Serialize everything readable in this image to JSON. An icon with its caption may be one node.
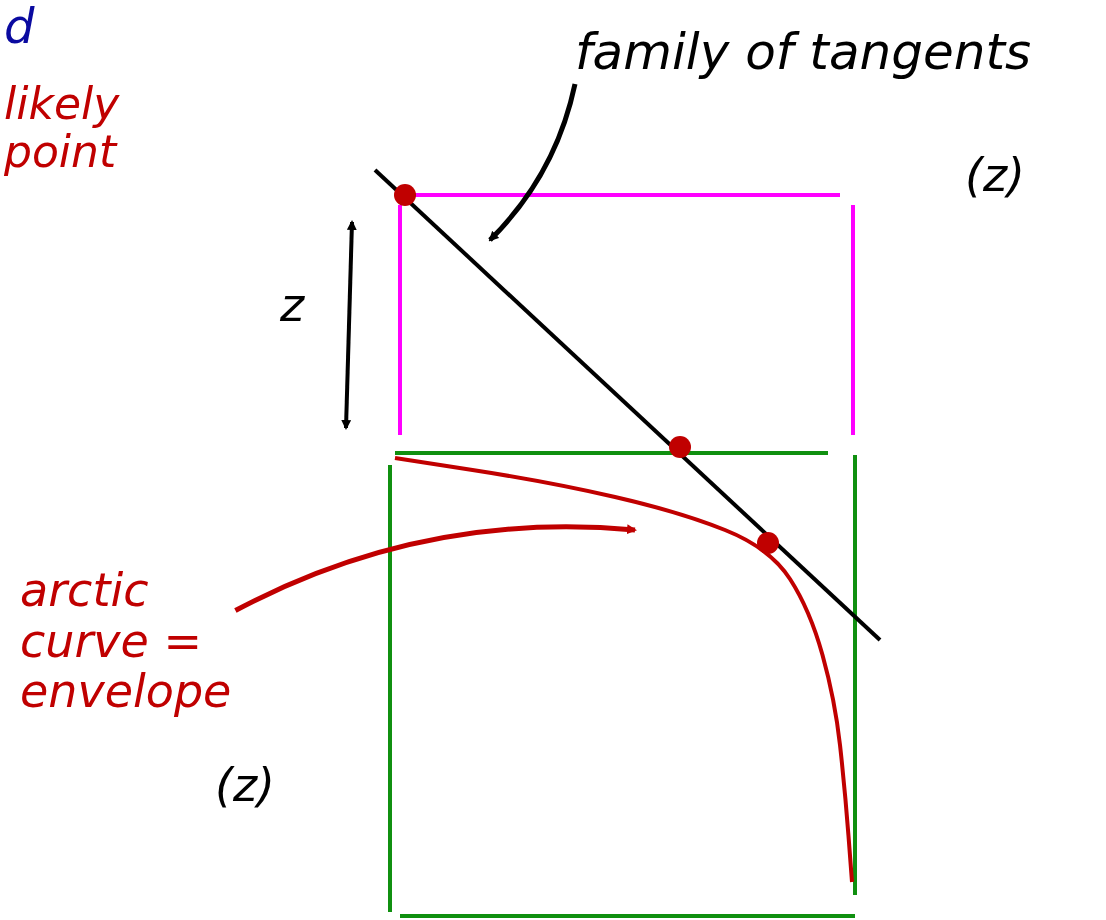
{
  "diagram": {
    "nodes": [
      {
        "text": [
          "family of tangents",
          "(z)"
        ]
      },
      {
        "text": [],
        "shape": "line"
      },
      {
        "text": [
          "arctic curve = envelope",
          "(z)"
        ]
      },
      {
        "text": [],
        "shape": "curve"
      }
    ],
    "edges": [
      {
        "from": 0,
        "to": 1,
        "arrow": "to"
      },
      {
        "from": 2,
        "to": 3,
        "arrow": "to",
        "color": "#c00000"
      }
    ],
    "labels": [
      "d",
      "likely point",
      "z"
    ]
  }
}
